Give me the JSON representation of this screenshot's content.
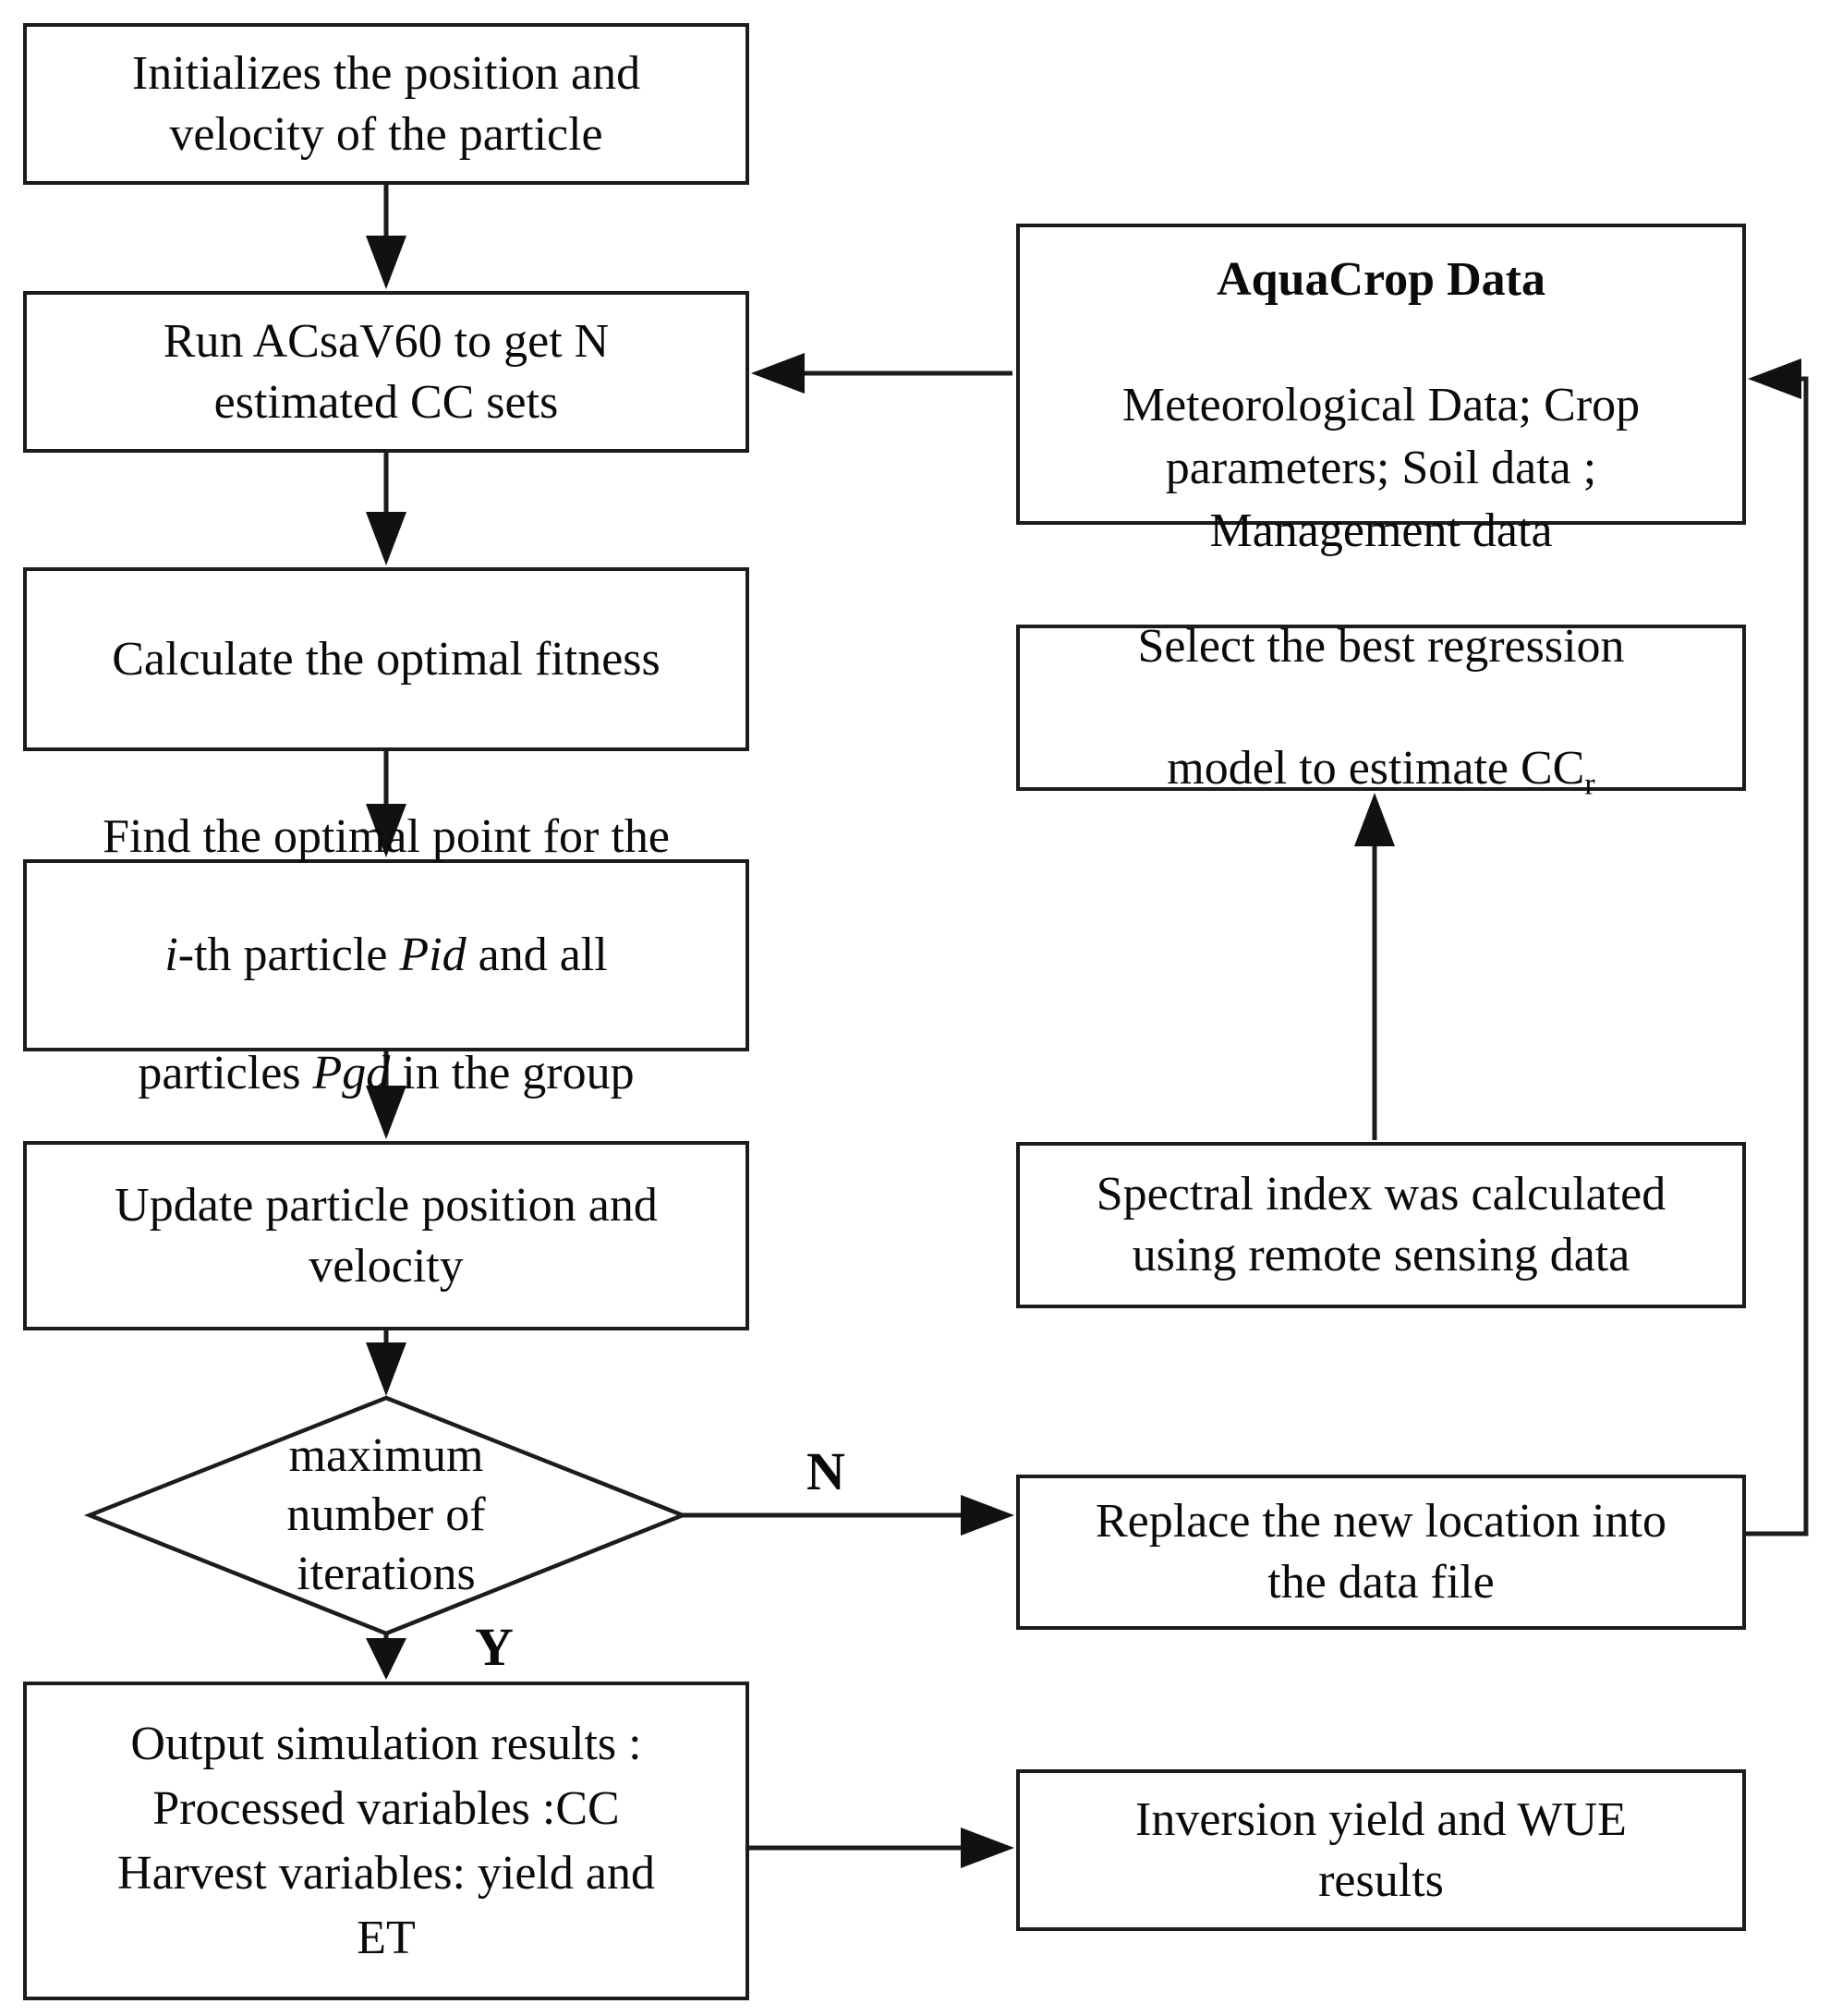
{
  "diagram": {
    "left_column": {
      "init_box": "Initializes the position and\nvelocity of the particle",
      "run_box": "Run ACsaV60 to get N\nestimated CC sets",
      "fitness_box": "Calculate the optimal fitness",
      "find_box": {
        "line1": "Find the optimal point for the",
        "i_var": "i",
        "line2a": "-th particle ",
        "pid_var": "Pid",
        "line2b": " and all",
        "line3a": "particles ",
        "pgd_var": "Pgd",
        "line3b": " in the group"
      },
      "update_box": "Update particle position and\nvelocity",
      "decision_diamond": "maximum\nnumber of\niterations",
      "output_box": "Output simulation results :\nProcessed variables :CC\nHarvest variables:  yield and\nET"
    },
    "right_column": {
      "aquacrop_box": {
        "title": "AquaCrop Data",
        "body": "Meteorological Data;  Crop\nparameters;  Soil data ;\nManagement data"
      },
      "regression_box": {
        "line1": "Select the best regression",
        "line2": "model to estimate CC",
        "subscript": "r"
      },
      "spectral_box": "Spectral index was calculated\nusing remote sensing data",
      "replace_box": "Replace the new location into\nthe data file",
      "inversion_box": "Inversion yield and WUE\nresults"
    },
    "labels": {
      "no": "N",
      "yes": "Y"
    },
    "colors": {
      "line": "#1c1c1c",
      "box_background": "#ffffff",
      "text": "#0a0a0a"
    }
  }
}
